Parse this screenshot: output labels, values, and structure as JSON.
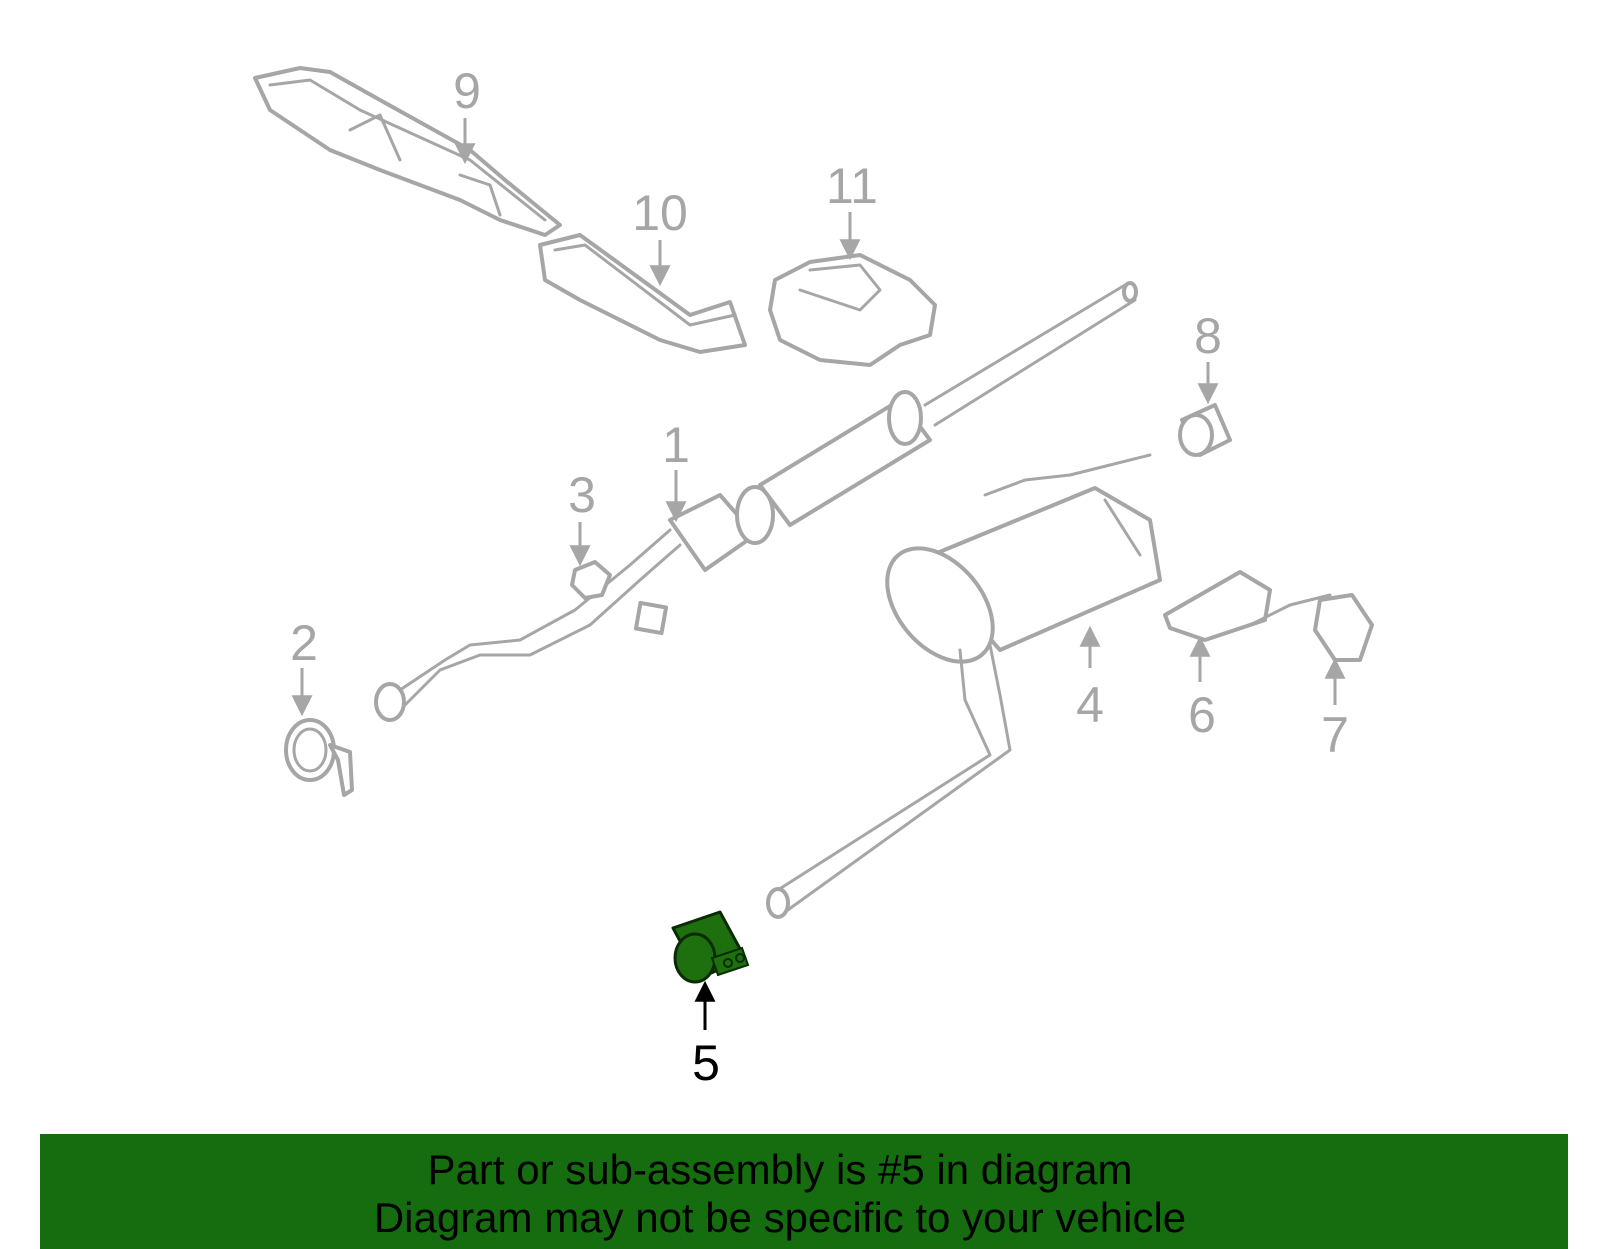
{
  "colors": {
    "part_outline": "#a6a6a6",
    "highlight_fill": "#1e6f0e",
    "highlight_stroke": "#0b2a05",
    "banner_background": "#156d10",
    "banner_text": "#000000",
    "page_background": "#ffffff"
  },
  "diagram": {
    "highlighted_part": "5",
    "callouts": [
      {
        "number": "1",
        "part": "front-pipe-resonator"
      },
      {
        "number": "2",
        "part": "clamp"
      },
      {
        "number": "3",
        "part": "hanger-insulator"
      },
      {
        "number": "4",
        "part": "muffler-tailpipe"
      },
      {
        "number": "5",
        "part": "clamp"
      },
      {
        "number": "6",
        "part": "bracket"
      },
      {
        "number": "7",
        "part": "hanger"
      },
      {
        "number": "8",
        "part": "insulator"
      },
      {
        "number": "9",
        "part": "heat-shield"
      },
      {
        "number": "10",
        "part": "heat-shield"
      },
      {
        "number": "11",
        "part": "heat-shield"
      }
    ]
  },
  "banner": {
    "line1": "Part or sub-assembly is #5 in diagram",
    "line2": "Diagram may not be specific to your vehicle"
  }
}
